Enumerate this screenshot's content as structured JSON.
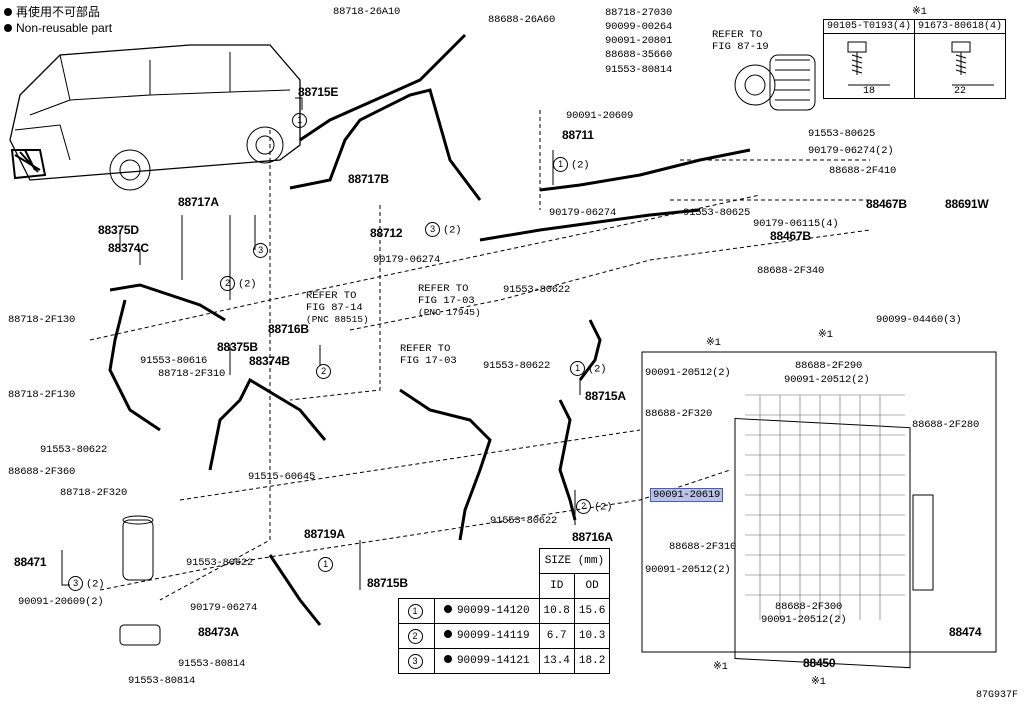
{
  "legend": {
    "jp": "再使用不可部品",
    "en": "Non-reusable part"
  },
  "bolt_table": {
    "mark": "※1",
    "col1": "90105-T0193(4)",
    "col2": "91673-80618(4)",
    "dim1": "18",
    "dim2": "22"
  },
  "size_table": {
    "header": "SIZE (mm)",
    "id_label": "ID",
    "od_label": "OD",
    "rows": [
      {
        "num": "1",
        "part": "90099-14120",
        "id": "10.8",
        "od": "15.6"
      },
      {
        "num": "2",
        "part": "90099-14119",
        "id": "6.7",
        "od": "10.3"
      },
      {
        "num": "3",
        "part": "90099-14121",
        "id": "13.4",
        "od": "18.2"
      }
    ]
  },
  "refs": {
    "r1": [
      "REFER TO",
      "FIG 87-19"
    ],
    "r2": [
      "REFER TO",
      "FIG 87-14",
      "(PNC 88515)"
    ],
    "r3": [
      "REFER TO",
      "FIG 17-03",
      "(PNC 17945)"
    ],
    "r4": [
      "REFER TO",
      "FIG 17-03"
    ]
  },
  "labels": {
    "l1": "88718-26A10",
    "l2": "88688-26A60",
    "l3": "88718-27030",
    "l4": "90099-00264",
    "l5": "90091-20801",
    "l6": "88688-35660",
    "l7": "91553-80814",
    "l8": "88715E",
    "l9": "90091-20609",
    "l10": "88711",
    "l11": "91553-80625",
    "l12": "90179-06274(2)",
    "l13": "88688-2F410",
    "l14": "88717B",
    "l15": "88717A",
    "l16": "88375D",
    "l17": "88374C",
    "l18": "88712",
    "l19": "90179-06274",
    "l20": "91553-80625",
    "l21": "90179-06115(4)",
    "l22": "88467B",
    "l23": "88691W",
    "l24": "88467B",
    "l25": "90179-06274",
    "l26": "88688-2F340",
    "l27": "88718-2F130",
    "l28": "91553-80622",
    "l29": "90099-04460(3)",
    "l30": "91553-80616",
    "l31": "88375B",
    "l32": "88716B",
    "l33": "88718-2F310",
    "l34": "88374B",
    "l35": "88718-2F130",
    "l36": "91553-80622",
    "l37": "88715A",
    "l38": "88688-2F290",
    "l39": "90091-20512(2)",
    "l40": "90091-20512(2)",
    "l41": "88688-2F320",
    "l42": "91553-80622",
    "l43": "88688-2F360",
    "l44": "91515-60645",
    "l45": "88718-2F320",
    "l46": "88688-2F280",
    "l47": "90091-20619",
    "l48": "91553-80622",
    "l49": "88716A",
    "l50": "88719A",
    "l51": "88471",
    "l52": "91553-80622",
    "l53": "88715B",
    "l54": "90091-20609(2)",
    "l55": "90179-06274",
    "l56": "88688-2F310",
    "l57": "90091-20512(2)",
    "l58": "88473A",
    "l59": "88688-2F300",
    "l60": "90091-20512(2)",
    "l61": "88474",
    "l62": "91553-80814",
    "l63": "91553-80814",
    "l64": "88450",
    "l65": "※1",
    "l66": "※1",
    "l67": "※1",
    "l68": "※1",
    "c1": "1",
    "c2": "(2)",
    "c3": "3",
    "c4": "(2)",
    "c5": "2",
    "c6": "(2)",
    "c7": "1",
    "c8": "2",
    "c9": "3",
    "c10": "3",
    "c11": "(2)",
    "c12": "1",
    "c13": "(2)",
    "c14": "2",
    "c15": "(2)",
    "c16": "1"
  },
  "figure_code": "87G937F"
}
